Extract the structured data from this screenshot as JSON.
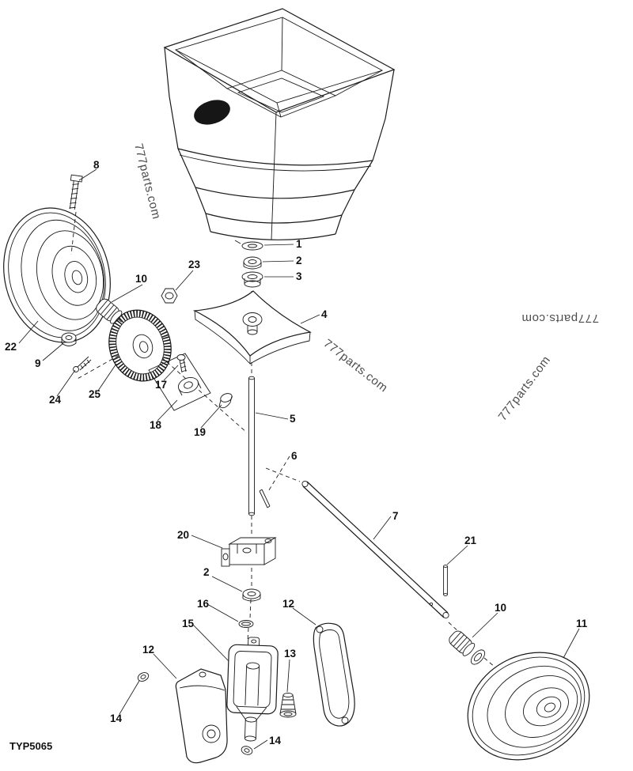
{
  "page": {
    "model_code": "TYP5065",
    "background": "#ffffff",
    "line_color": "#1a1a1a"
  },
  "watermarks": [
    {
      "text": "777parts.com"
    },
    {
      "text": "777parts.com"
    },
    {
      "text": "777parts.com"
    },
    {
      "text": "777parts.com"
    }
  ],
  "callouts": [
    {
      "label": "8"
    },
    {
      "label": "22"
    },
    {
      "label": "9"
    },
    {
      "label": "24"
    },
    {
      "label": "25"
    },
    {
      "label": "10"
    },
    {
      "label": "23"
    },
    {
      "label": "17"
    },
    {
      "label": "18"
    },
    {
      "label": "19"
    },
    {
      "label": "1"
    },
    {
      "label": "2"
    },
    {
      "label": "3"
    },
    {
      "label": "4"
    },
    {
      "label": "5"
    },
    {
      "label": "6"
    },
    {
      "label": "7"
    },
    {
      "label": "20"
    },
    {
      "label": "2"
    },
    {
      "label": "16"
    },
    {
      "label": "15"
    },
    {
      "label": "12"
    },
    {
      "label": "13"
    },
    {
      "label": "12"
    },
    {
      "label": "14"
    },
    {
      "label": "14"
    },
    {
      "label": "21"
    },
    {
      "label": "10"
    },
    {
      "label": "11"
    }
  ]
}
